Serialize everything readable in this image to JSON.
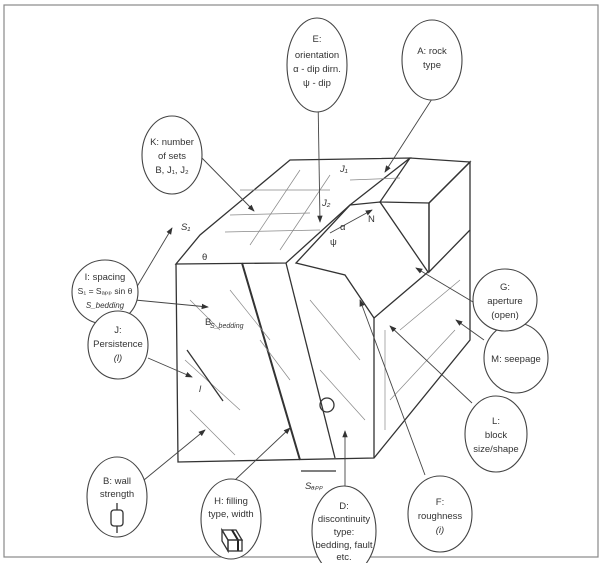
{
  "title": "Rock mass discontinuity parameters",
  "labels": {
    "E": [
      "E:",
      "orientation",
      "α - dip dirn.",
      "ψ - dip"
    ],
    "A": [
      "A: rock",
      "type"
    ],
    "K": [
      "K: number",
      "of sets",
      "B, J₁, J₂"
    ],
    "I": [
      "I: spacing",
      "S₁ = Sₐₚₚ sin θ",
      "S_bedding"
    ],
    "G": [
      "G:",
      "aperture",
      "(open)"
    ],
    "J": [
      "J:",
      "Persistence",
      "(l)"
    ],
    "M": [
      "M: seepage"
    ],
    "L": [
      "L:",
      "block",
      "size/shape"
    ],
    "B": [
      "B: wall",
      "strength"
    ],
    "F": [
      "F:",
      "roughness",
      "(i)"
    ],
    "D": [
      "D:",
      "discontinuity",
      "type:",
      "bedding, fault",
      "etc."
    ],
    "H": [
      "H: filling",
      "type, width"
    ]
  },
  "block_labels": {
    "J1": "J₁",
    "J2": "J₂",
    "N": "N",
    "alpha": "α",
    "psi": "ψ",
    "S1": "S₁",
    "theta": "θ",
    "B": "B",
    "S_bedding": "S_bedding",
    "l": "l",
    "S_app": "Sₐₚₚ"
  }
}
